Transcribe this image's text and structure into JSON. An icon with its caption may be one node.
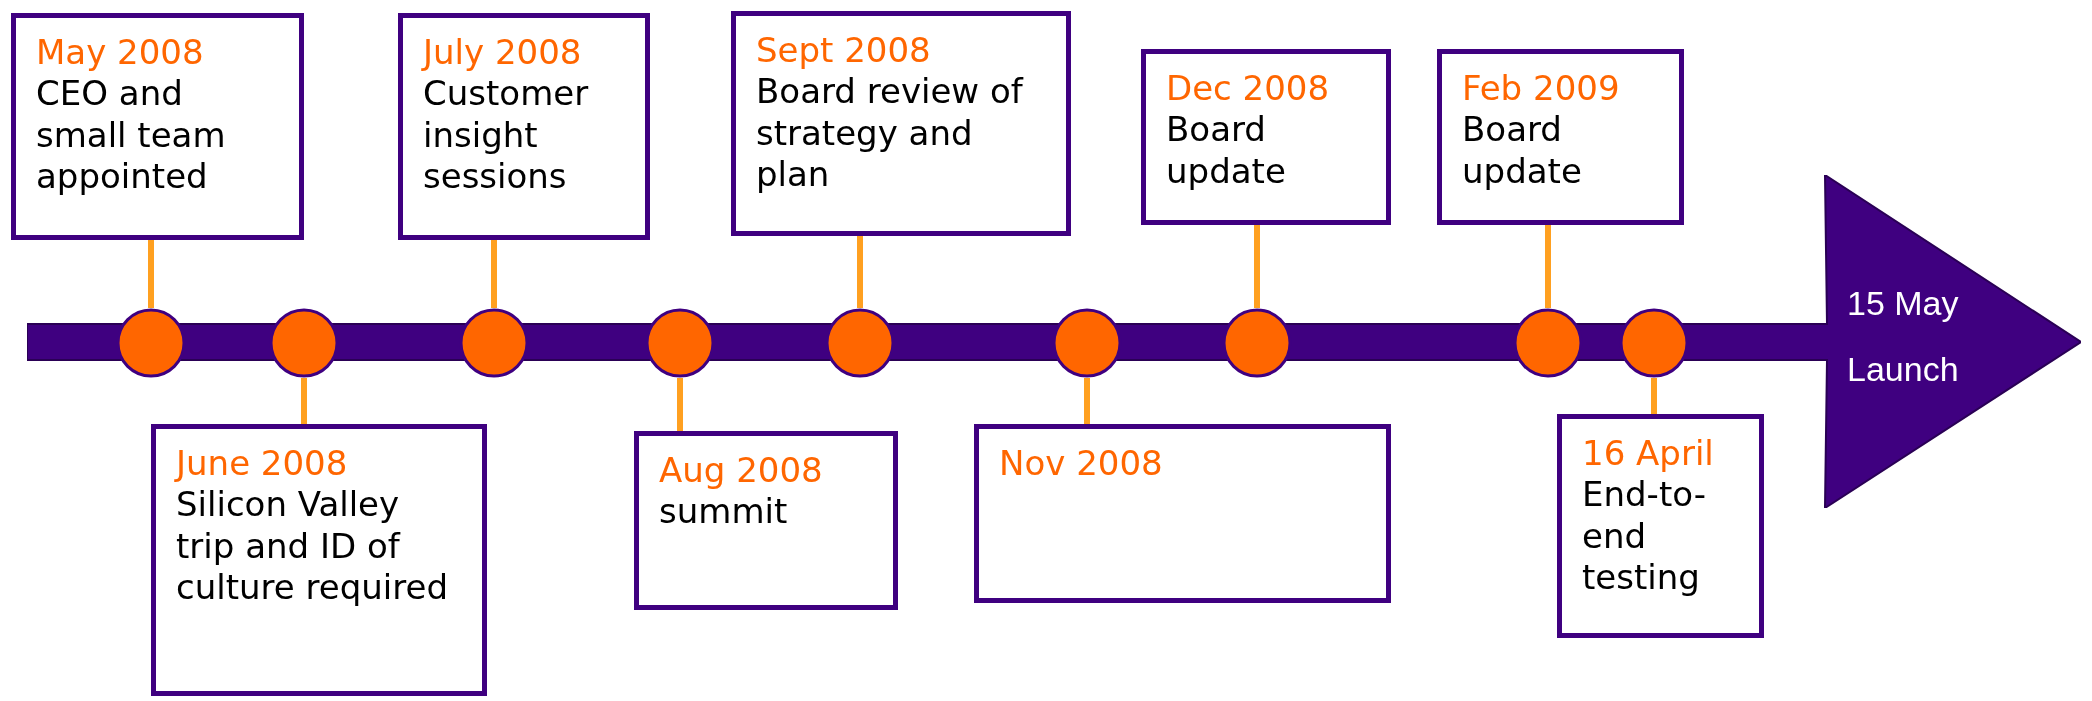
{
  "diagram": {
    "nodes": [
      {
        "text": [
          "May 2008",
          "CEO and small team appointed"
        ]
      },
      {
        "text": [
          "June 2008",
          "Silicon Valley trip and ID of culture required"
        ]
      },
      {
        "text": [
          "July 2008",
          "Customer insight sessions"
        ]
      },
      {
        "text": [
          "Aug 2008",
          "summit"
        ]
      },
      {
        "text": [
          "Sept 2008",
          "Board review of strategy and plan"
        ]
      },
      {
        "text": [
          "Nov 2008"
        ]
      },
      {
        "text": [
          "Dec 2008",
          "Board update"
        ]
      },
      {
        "text": [
          "Feb 2009",
          "Board update"
        ]
      },
      {
        "text": [
          "16 April",
          "End-to-end testing"
        ]
      },
      {
        "text": [
          "15 May Launch"
        ]
      },
      {
        "text": [],
        "shape": "circle",
        "in": 9
      },
      {
        "text": [],
        "shape": "circle",
        "in": 9
      },
      {
        "text": [],
        "shape": "circle",
        "in": 9
      },
      {
        "text": [],
        "shape": "circle",
        "in": 9
      },
      {
        "text": [],
        "shape": "circle",
        "in": 9
      },
      {
        "text": [],
        "shape": "circle",
        "in": 9
      },
      {
        "text": [],
        "shape": "circle",
        "in": 9
      },
      {
        "text": [],
        "shape": "circle",
        "in": 9
      },
      {
        "text": [],
        "shape": "circle",
        "in": 9
      }
    ],
    "edges": [
      {
        "from": 0,
        "to": 10,
        "arrow": "none"
      },
      {
        "from": 1,
        "to": 11,
        "arrow": "none"
      },
      {
        "from": 2,
        "to": 12,
        "arrow": "none"
      },
      {
        "from": 3,
        "to": 13,
        "arrow": "none"
      },
      {
        "from": 4,
        "to": 14,
        "arrow": "none"
      },
      {
        "from": 5,
        "to": 15,
        "arrow": "none"
      },
      {
        "from": 6,
        "to": 16,
        "arrow": "none"
      },
      {
        "from": 7,
        "to": 17,
        "arrow": "none"
      },
      {
        "from": 8,
        "to": 18,
        "arrow": "none"
      }
    ]
  }
}
